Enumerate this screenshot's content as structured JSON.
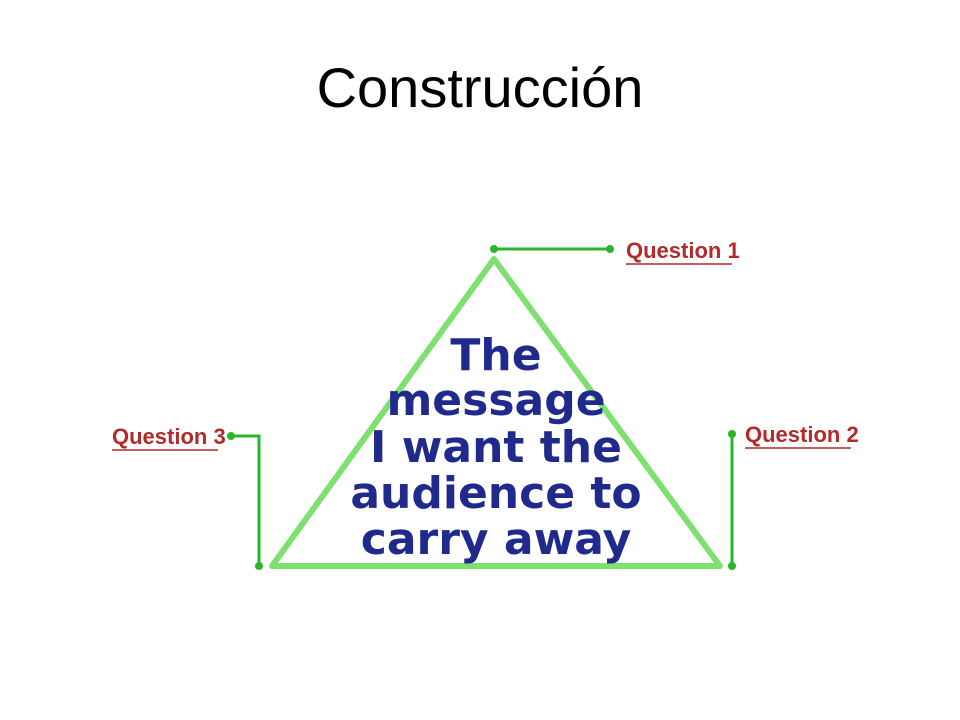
{
  "slide": {
    "title": "Construcción"
  },
  "diagram": {
    "message_lines": [
      "The",
      "message",
      "I want the",
      "audience to",
      "carry away"
    ],
    "questions": {
      "q1": "Question 1",
      "q2": "Question 2",
      "q3": "Question 3"
    },
    "colors": {
      "triangle_outline": "#7ee06f",
      "connector": "#29b629",
      "question_text": "#b22a2a",
      "message_text": "#1f2a8c"
    }
  }
}
